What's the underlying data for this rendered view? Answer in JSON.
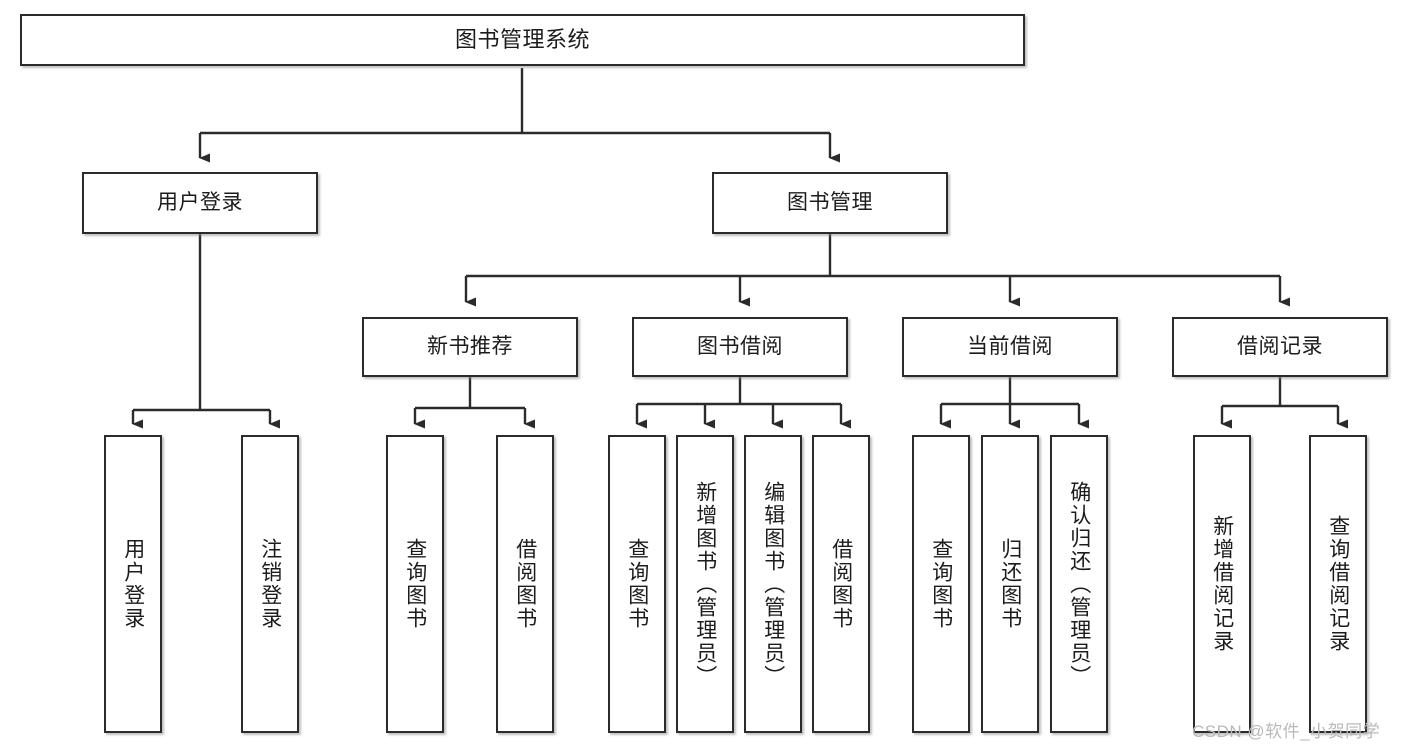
{
  "diagram": {
    "type": "tree",
    "title": "图书管理系统",
    "root": {
      "label": "图书管理系统"
    },
    "level2": [
      {
        "label": "用户登录"
      },
      {
        "label": "图书管理"
      }
    ],
    "level3": [
      {
        "label": "新书推荐"
      },
      {
        "label": "图书借阅"
      },
      {
        "label": "当前借阅"
      },
      {
        "label": "借阅记录"
      }
    ],
    "leaves": {
      "user_login": [
        {
          "label": "用户登录"
        },
        {
          "label": "注销登录"
        }
      ],
      "new_book_recommend": [
        {
          "label": "查询图书"
        },
        {
          "label": "借阅图书"
        }
      ],
      "book_borrow": [
        {
          "label": "查询图书"
        },
        {
          "label": "新增图书（管理员）"
        },
        {
          "label": "编辑图书（管理员）"
        },
        {
          "label": "借阅图书"
        }
      ],
      "current_borrow": [
        {
          "label": "查询图书"
        },
        {
          "label": "归还图书"
        },
        {
          "label": "确认归还（管理员）"
        }
      ],
      "borrow_record": [
        {
          "label": "新增借阅记录"
        },
        {
          "label": "查询借阅记录"
        }
      ]
    }
  },
  "watermark": {
    "text": "CSDN @软件_小贺同学"
  },
  "colors": {
    "stroke": "#2b2b2b",
    "fill": "#ffffff",
    "text": "#1c1c1c",
    "watermark": "#b9b9b9"
  }
}
